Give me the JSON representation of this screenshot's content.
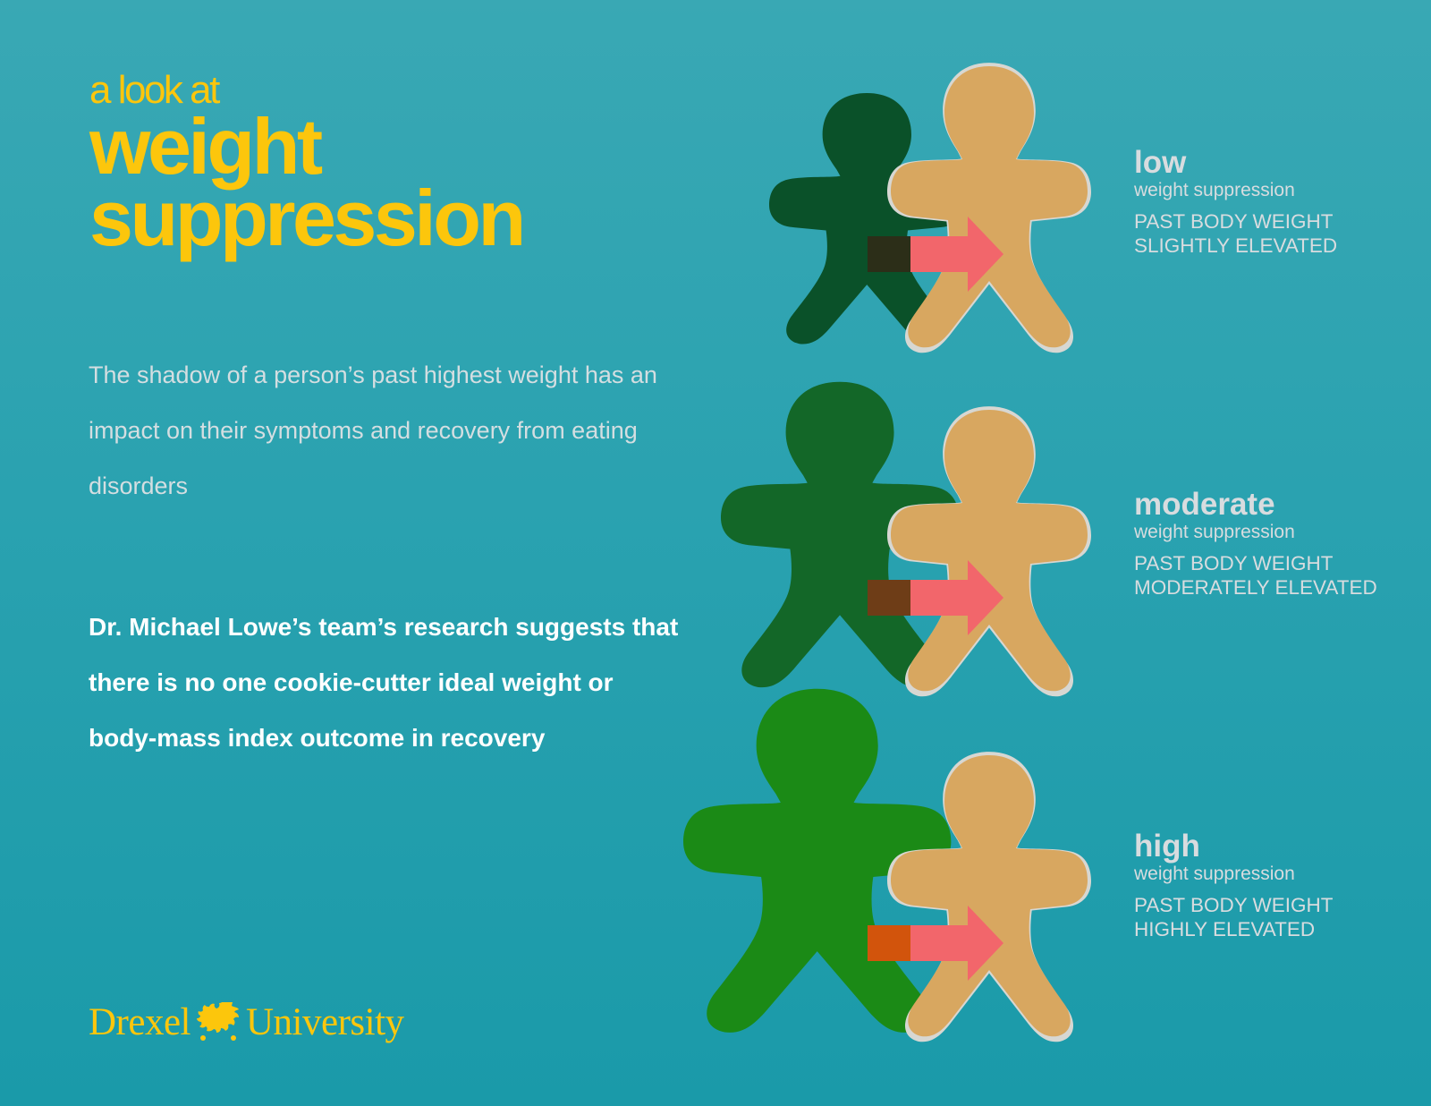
{
  "header": {
    "kicker": "a look at",
    "title_line1": "weight",
    "title_line2": "suppression"
  },
  "lede": "The shadow of a person’s past highest weight has an impact on their symptoms and recovery from eating disorders",
  "finding": "Dr. Michael Lowe’s team’s research suggests that there is no one cookie-cutter ideal weight or body-mass index outcome in recovery",
  "logo": {
    "left": "Drexel",
    "right": "University",
    "emblem": "dragon-icon"
  },
  "levels": [
    {
      "level": "low",
      "sub": "weight suppression",
      "desc_line1": "PAST BODY WEIGHT",
      "desc_line2": "SLIGHTLY ELEVATED",
      "shadow_color": "#0a5129",
      "arrow_tail_color": "#2c2e18"
    },
    {
      "level": "moderate",
      "sub": "weight suppression",
      "desc_line1": "PAST BODY WEIGHT",
      "desc_line2": "MODERATELY ELEVATED",
      "shadow_color": "#136728",
      "arrow_tail_color": "#6e3d17"
    },
    {
      "level": "high",
      "sub": "weight suppression",
      "desc_line1": "PAST BODY WEIGHT",
      "desc_line2": "HIGHLY ELEVATED",
      "shadow_color": "#1b8a16",
      "arrow_tail_color": "#d2540c"
    }
  ],
  "colors": {
    "brand_yellow": "#fcc60c",
    "arrow": "#f2666b",
    "cookie": "#d8a760",
    "cutter": "#d7d7d2"
  }
}
